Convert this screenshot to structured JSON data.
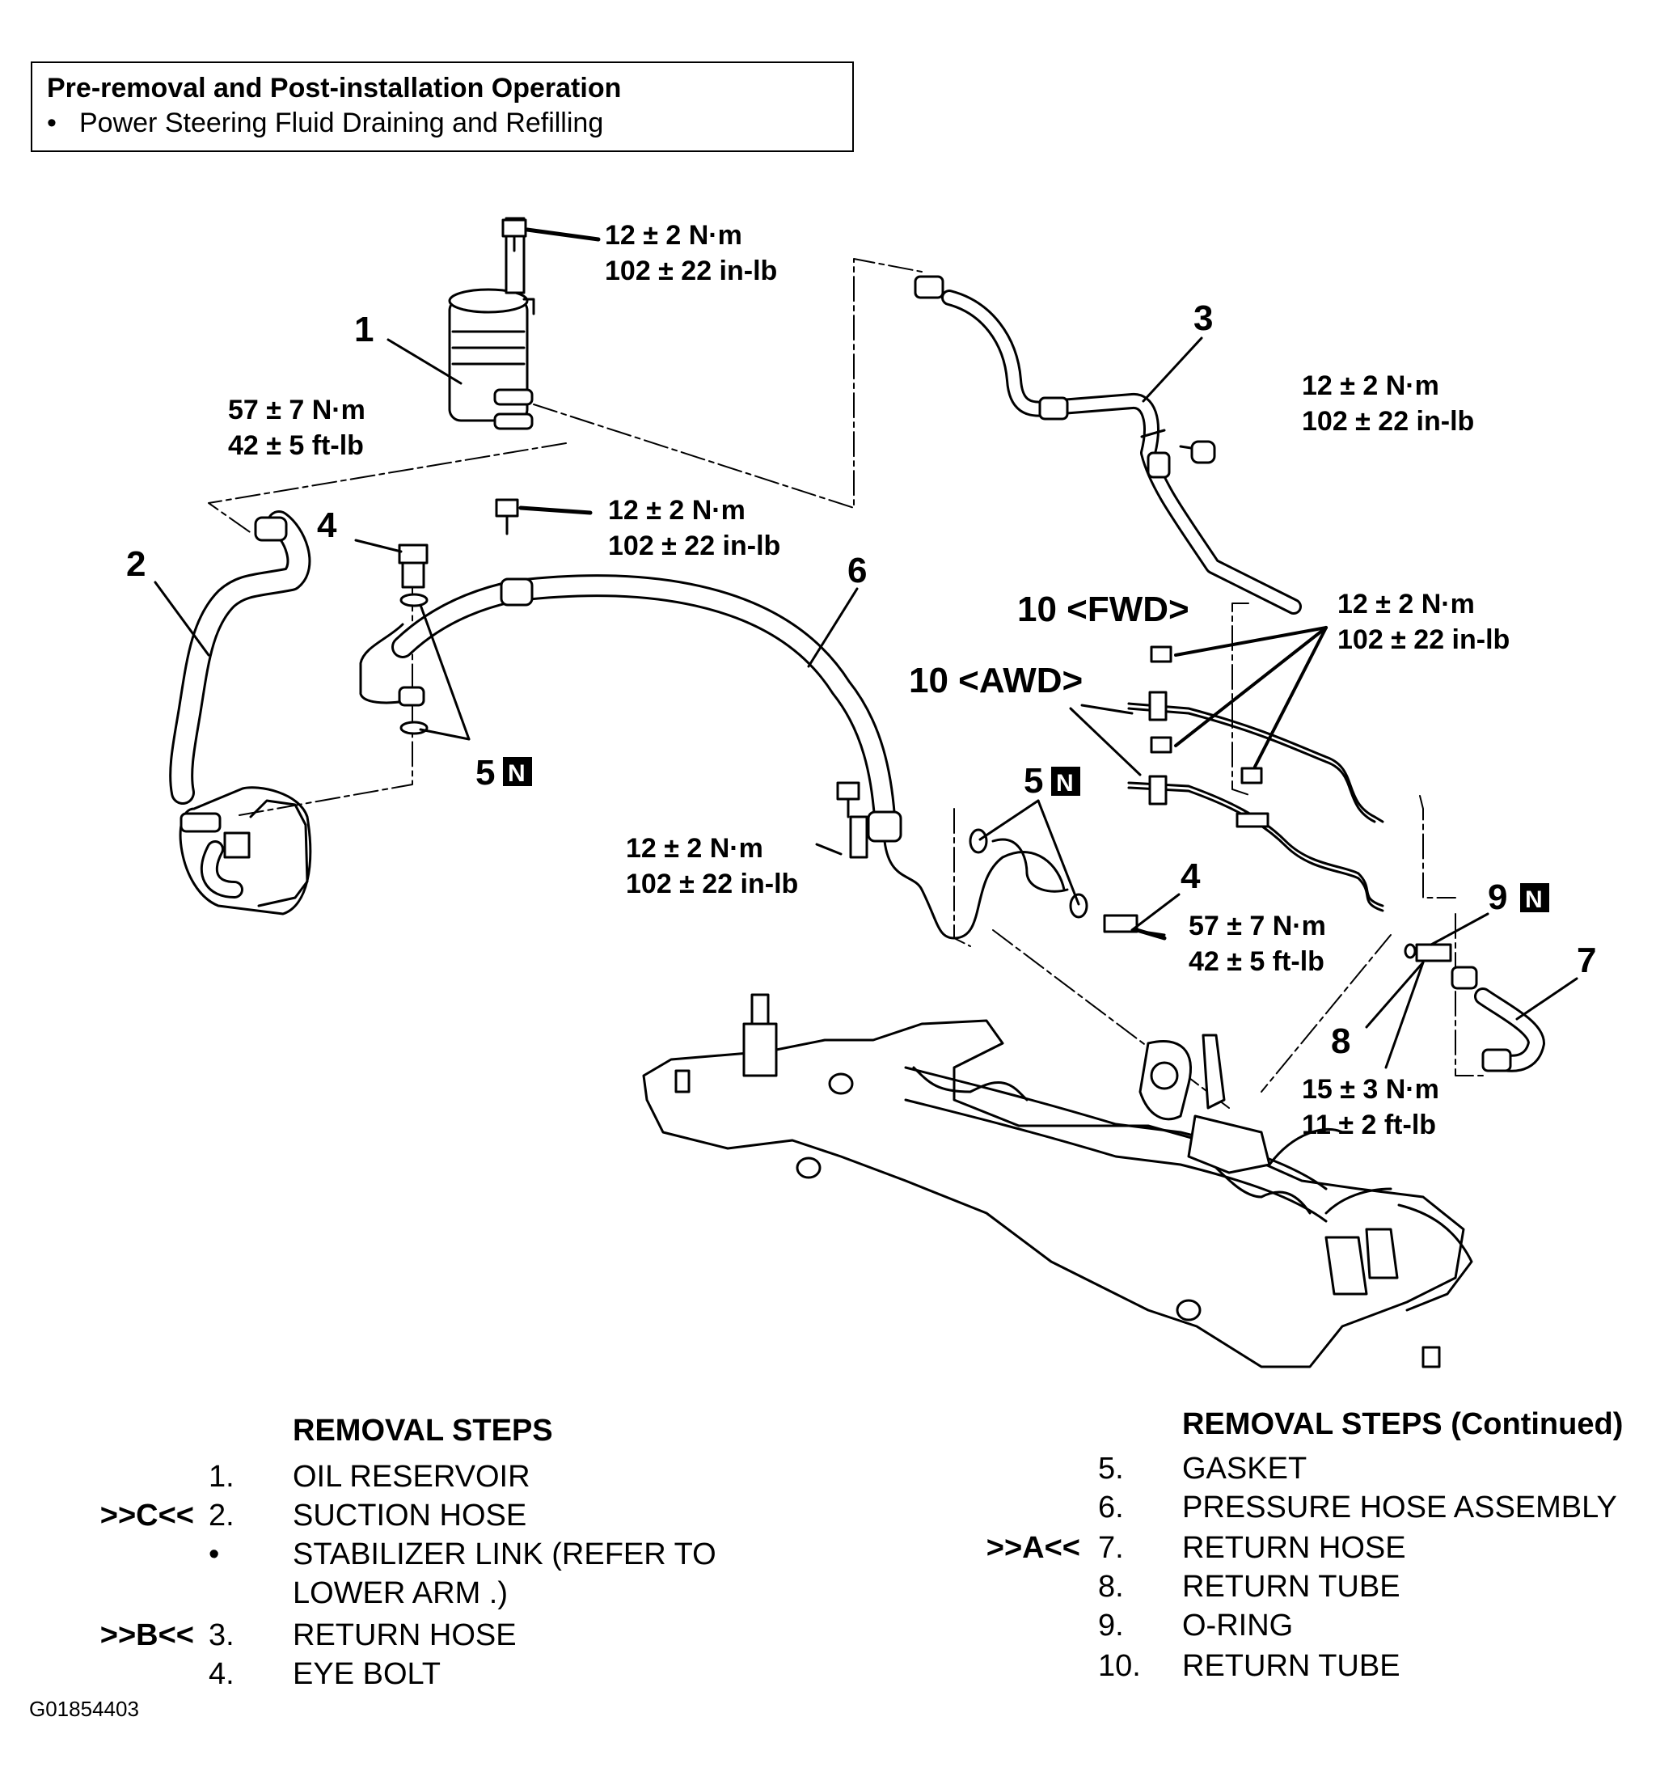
{
  "pre_op": {
    "title": "Pre-removal and Post-installation Operation",
    "bullet": "•",
    "item": "Power Steering Fluid Draining and Refilling"
  },
  "callouts": {
    "c1": "1",
    "c2": "2",
    "c3": "3",
    "c4a": "4",
    "c4b": "4",
    "c5a": "5",
    "c5b": "5",
    "c6": "6",
    "c7": "7",
    "c8": "8",
    "c9": "9",
    "c10fwd": "10 <FWD>",
    "c10awd": "10 <AWD>",
    "n_mark": "N"
  },
  "torques": {
    "reservoir_bolt": [
      "12 ± 2 N·m",
      "102 ± 22 in-lb"
    ],
    "eye_bolt_left": [
      "57 ± 7 N·m",
      "42 ± 5 ft-lb"
    ],
    "pressure_hose_bolt": [
      "12 ± 2 N·m",
      "102 ± 22 in-lb"
    ],
    "return_hose_bolt": [
      "12 ± 2 N·m",
      "102 ± 22 in-lb"
    ],
    "return_tube_bolts": [
      "12 ± 2 N·m",
      "102 ± 22 in-lb"
    ],
    "pressure_hose_clamp": [
      "12 ± 2 N·m",
      "102 ± 22 in-lb"
    ],
    "eye_bolt_right": [
      "57 ± 7 N·m",
      "42 ± 5 ft-lb"
    ],
    "return_tube_fitting": [
      "15 ± 3 N·m",
      "11 ± 2 ft-lb"
    ]
  },
  "removal_steps": {
    "heading": "REMOVAL STEPS",
    "rows": [
      {
        "tag": "",
        "n": "1.",
        "label": "OIL RESERVOIR"
      },
      {
        "tag": ">>C<<",
        "n": "2.",
        "label": "SUCTION HOSE"
      },
      {
        "tag": "",
        "n": "•",
        "label": "STABILIZER LINK (REFER TO"
      },
      {
        "tag": "",
        "n": "",
        "label": "LOWER ARM .)"
      },
      {
        "tag": ">>B<<",
        "n": "3.",
        "label": "RETURN HOSE"
      },
      {
        "tag": "",
        "n": "4.",
        "label": "EYE BOLT"
      }
    ]
  },
  "removal_steps_cont": {
    "heading": "REMOVAL STEPS (Continued)",
    "rows": [
      {
        "tag": "",
        "n": "5.",
        "label": "GASKET"
      },
      {
        "tag": "",
        "n": "6.",
        "label": "PRESSURE HOSE ASSEMBLY"
      },
      {
        "tag": ">>A<<",
        "n": "7.",
        "label": "RETURN HOSE"
      },
      {
        "tag": "",
        "n": "8.",
        "label": "RETURN TUBE"
      },
      {
        "tag": "",
        "n": "9.",
        "label": "O-RING"
      },
      {
        "tag": "",
        "n": "10.",
        "label": "RETURN TUBE"
      }
    ]
  },
  "figure_code": "G01854403"
}
